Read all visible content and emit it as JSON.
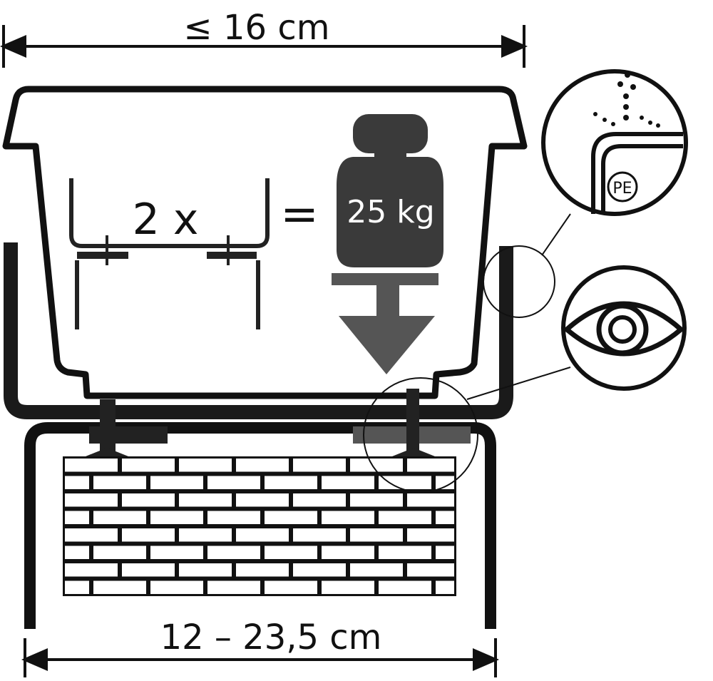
{
  "dimensions": {
    "top_width": "≤ 16 cm",
    "bottom_width": "12 – 23,5 cm"
  },
  "load": {
    "count": "2 x",
    "equals": "=",
    "weight": "25 kg"
  },
  "detail": {
    "material": "PE"
  },
  "colors": {
    "ink": "#111111",
    "weight_fill": "#3a3a3a",
    "gray": "#555555"
  }
}
